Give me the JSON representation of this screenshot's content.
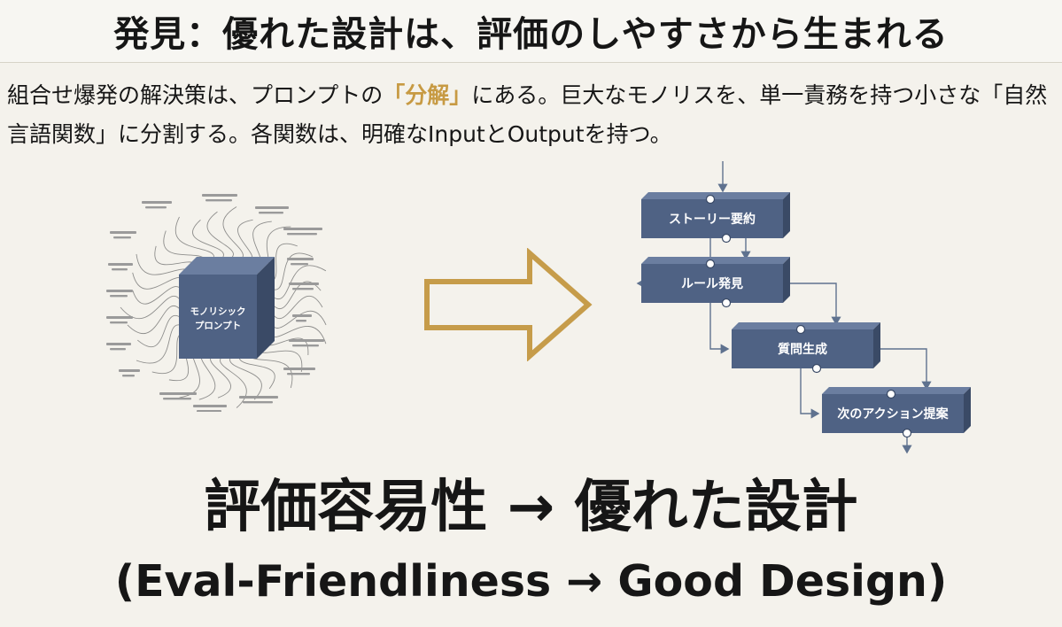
{
  "title": "発見：優れた設計は、評価のしやすさから生まれる",
  "intro": {
    "part1": "組合せ爆発の解決策は、プロンプトの",
    "accent": "「分解」",
    "part2": "にある。巨大なモノリスを、単一責務を持つ小さな「自然言語関数」に分割する。各関数は、明確なInputとOutputを持つ。"
  },
  "monolith": {
    "label_line1": "モノリシック",
    "label_line2": "プロンプト"
  },
  "flow_steps": [
    {
      "label": "ストーリー要約"
    },
    {
      "label": "ルール発見"
    },
    {
      "label": "質問生成"
    },
    {
      "label": "次のアクション提案"
    }
  ],
  "conclusion": {
    "jp": "評価容易性 → 優れた設計",
    "en": "(Eval-Friendliness → Good Design)"
  },
  "colors": {
    "accent": "#c79a43",
    "block_fill": "#4f6284",
    "block_side": "#3a4a66",
    "block_top": "#6b7ea0",
    "arrow_stroke": "#c69c4a"
  }
}
